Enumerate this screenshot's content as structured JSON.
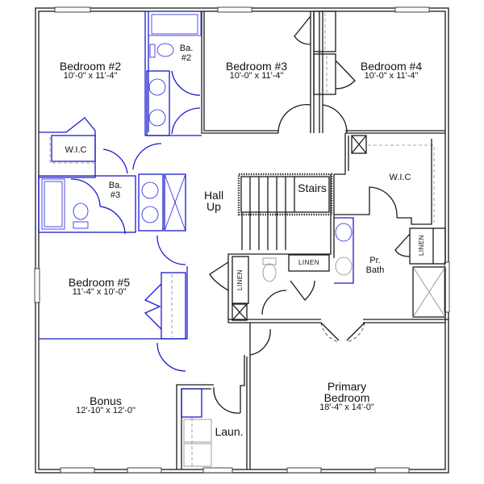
{
  "plan": {
    "rooms": [
      {
        "id": "bedroom2",
        "name": "Bedroom #2",
        "dims": "10'-0\" x 11'-4\""
      },
      {
        "id": "bedroom3",
        "name": "Bedroom #3",
        "dims": "10'-0\" x 11'-4\""
      },
      {
        "id": "bedroom4",
        "name": "Bedroom #4",
        "dims": "10'-0\" x 11'-4\""
      },
      {
        "id": "bedroom5",
        "name": "Bedroom #5",
        "dims": "11'-4\" x 10'-0\""
      },
      {
        "id": "bonus",
        "name": "Bonus",
        "dims": "12'-10\" x 12'-0\""
      },
      {
        "id": "primary",
        "name_line1": "Primary",
        "name_line2": "Bedroom",
        "dims": "18'-4\" x 14'-0\""
      }
    ],
    "labels": {
      "bath2_line1": "Ba.",
      "bath2_line2": "#2",
      "bath3_line1": "Ba.",
      "bath3_line2": "#3",
      "wic_left": "W.I.C",
      "wic_right": "W.I.C",
      "hall_line1": "Hall",
      "hall_line2": "Up",
      "stairs": "Stairs",
      "pr_bath_line1": "Pr.",
      "pr_bath_line2": "Bath",
      "linen_center": "LINEN",
      "linen_left": "LINEN",
      "linen_right": "LINEN",
      "laundry": "Laun."
    },
    "colors": {
      "walls": "#1a1a1a",
      "plumbing_highlight": "#1a1acc",
      "fixtures": "#888888"
    }
  }
}
